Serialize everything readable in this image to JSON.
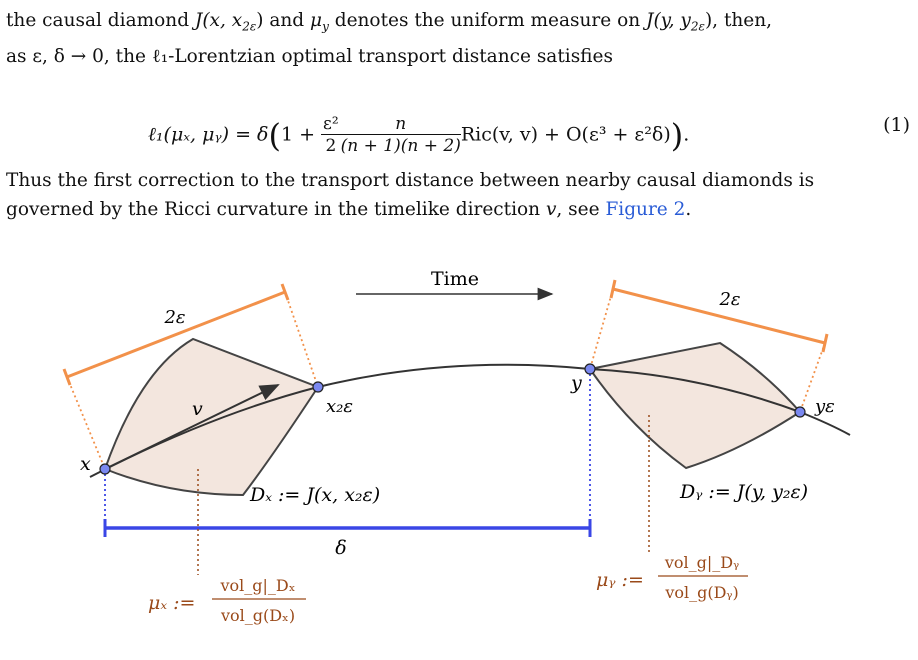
{
  "paragraph_top": {
    "line1_a": "the causal diamond ",
    "line1_math1": "J(x, x",
    "line1_sub1": "2ε",
    "line1_b": ") and ",
    "line1_math2": "μ",
    "line1_sub2": "y",
    "line1_c": " denotes the uniform measure on ",
    "line1_math3": "J(y, y",
    "line1_sub3": "2ε",
    "line1_d": "), then,",
    "line2": "as ε, δ → 0, the ℓ₁-Lorentzian optimal transport distance satisfies"
  },
  "equation": {
    "lhs": "ℓ₁(μₓ, μᵧ) = δ",
    "one_plus": "1 + ",
    "eps_sq_frac_num": "ε²",
    "eps_sq_frac_den": "2",
    "n_frac_num": "n",
    "n_frac_den": "(n + 1)(n + 2)",
    "ric": "Ric(v, v) + O(ε³ + ε²δ)",
    "period": ".",
    "number": "(1)"
  },
  "paragraph_bottom": {
    "line1": "Thus the first correction to the transport distance between nearby causal diamonds is",
    "line2_a": "governed by the Ricci curvature in the timelike direction ",
    "line2_v": "v",
    "line2_b": ", see ",
    "line2_link": "Figure 2",
    "line2_c": "."
  },
  "figure": {
    "time_label": "Time",
    "two_eps_left": "2ε",
    "two_eps_right": "2ε",
    "v_label": "v",
    "x_label": "x",
    "x2eps_label": "x₂ε",
    "y_label": "y",
    "yeps_label": "yε",
    "Dx_label": "Dₓ := J(x, x₂ε)",
    "Dy_label": "Dᵧ := J(y, y₂ε)",
    "delta_label": "δ",
    "mu_x_lhs": "μₓ :=",
    "mu_x_num": "vol_g|_Dₓ",
    "mu_x_den": "vol_g(Dₓ)",
    "mu_y_lhs": "μᵧ :=",
    "mu_y_num": "vol_g|_Dᵧ",
    "mu_y_den": "vol_g(Dᵧ)",
    "colors": {
      "orange": "#f2914a",
      "fill": "#f3e6de",
      "blue": "#3a46e6",
      "brown": "#9a4a1a",
      "point_fill": "#7a88f0"
    }
  }
}
